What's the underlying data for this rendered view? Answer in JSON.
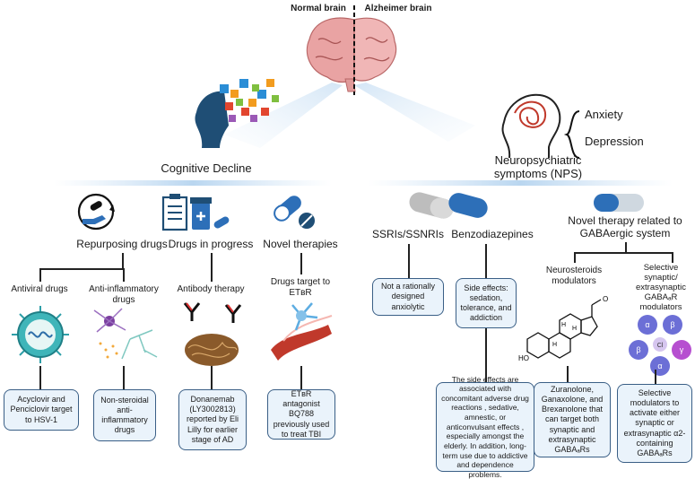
{
  "header": {
    "normal": "Normal brain",
    "alzheimer": "Alzheimer brain"
  },
  "left": {
    "title": "Cognitive Decline",
    "categories": [
      {
        "label": "Repurposing drugs"
      },
      {
        "label": "Drugs in progress"
      },
      {
        "label": "Novel therapies"
      }
    ],
    "sub": {
      "antiviral": "Antiviral drugs",
      "antiinflammatory": "Anti-inflammatory drugs",
      "antibody": "Antibody therapy",
      "drugs_target": "Drugs target to ETʙR"
    },
    "boxes": {
      "acyclovir": "Acyclovir and Penciclovir target to HSV-1",
      "nsaid": "Non-steroidal anti-inflammatory drugs",
      "donanemab": "Donanemab (LY3002813) reported by Eli Lilly for earlier stage of AD",
      "etbr": "ETʙR antagonist BQ788 previously used to treat TBI"
    }
  },
  "right": {
    "title": "Neuropsychiatric symptoms (NPS)",
    "anxiety": "Anxiety",
    "depression": "Depression",
    "ssri": "SSRIs/SSNRIs",
    "benzo": "Benzodiazepines",
    "novel": "Novel therapy related to GABAergic system",
    "neurosteroids": "Neurosteroids modulators",
    "selective": "Selective synaptic/ extrasynaptic GABAₐR modulators",
    "boxes": {
      "ssri": "Not a rationally designed anxiolytic",
      "benzo_side": "Side effects: sedation, tolerance, and addiction",
      "benzo_long": "The side effects are associated with concomitant adverse drug reactions , sedative, amnestic, or anticonvulsant effects , especially amongst the elderly. In addition, long-term use due to addictive and dependence problems.",
      "zuranolone": "Zuranolone, Ganaxolone, and Brexanolone that can target both synaptic and extrasynaptic GABAₐRs",
      "selective": "Selective modulators to activate either synaptic or extrasynaptic α2-containing GABAₐRs"
    },
    "molecule": {
      "ho": "HO",
      "h": "H"
    },
    "receptor": [
      "α",
      "β",
      "Cl",
      "γ",
      "α",
      "β"
    ]
  },
  "colors": {
    "box_fill": "#eaf3fb",
    "box_border": "#3a5f86",
    "capsule_blue": "#2d6fb8"
  }
}
